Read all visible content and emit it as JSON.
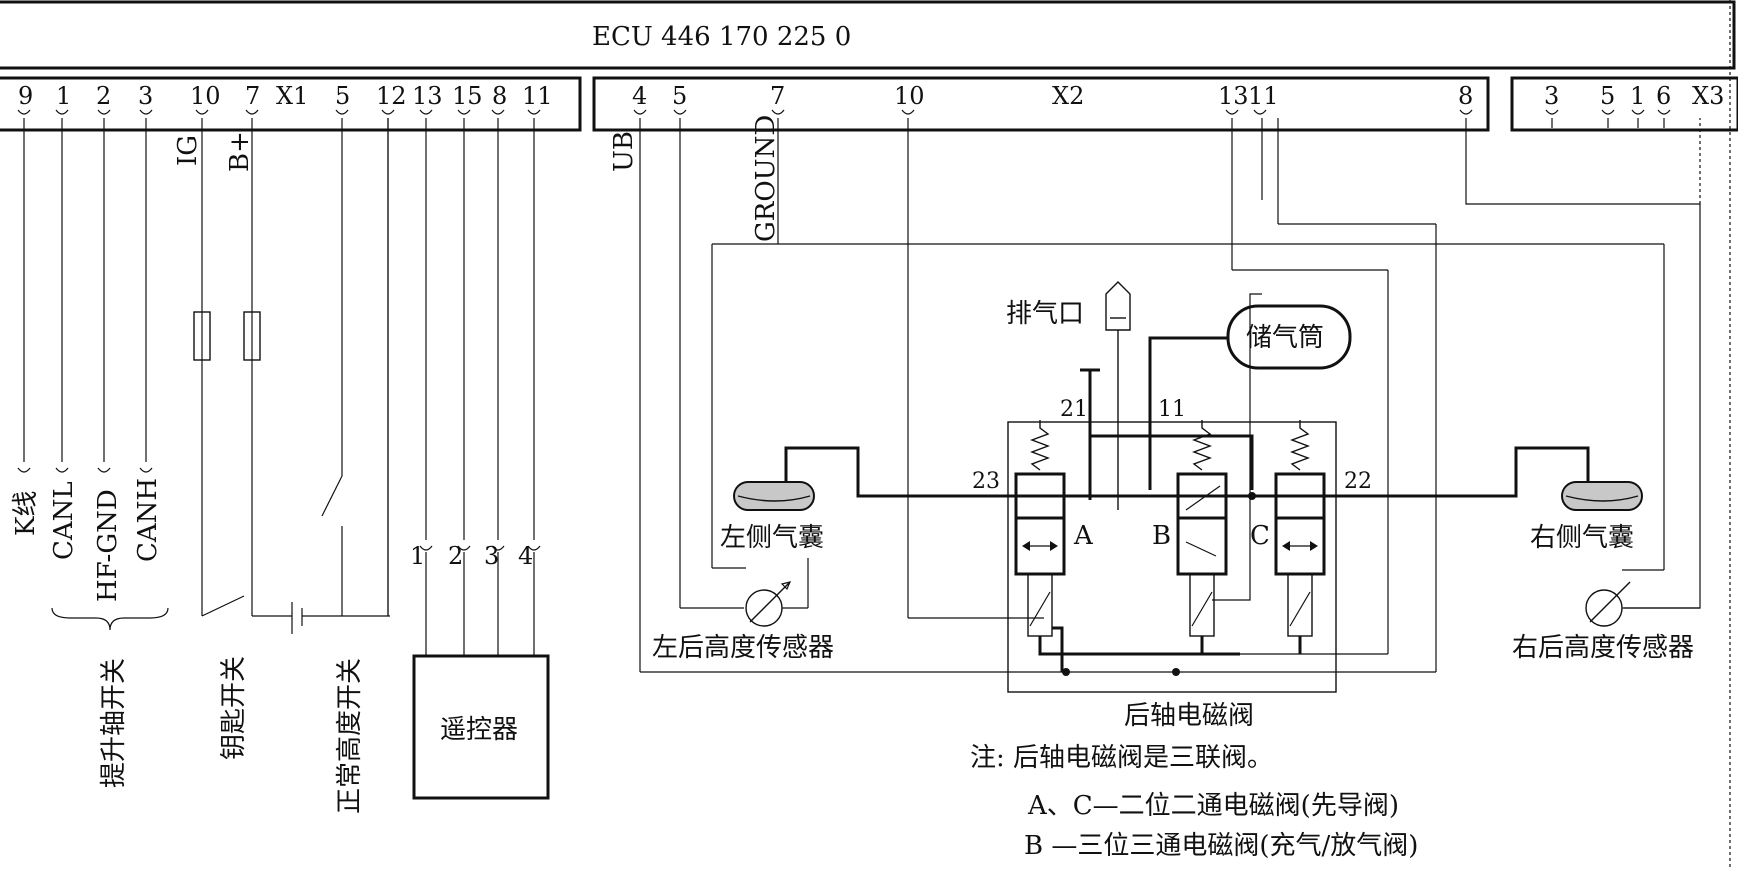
{
  "ecu": {
    "title": "ECU  446  170  225  0"
  },
  "connectors": {
    "x1": {
      "name": "X1",
      "pins": [
        "9",
        "1",
        "2",
        "3",
        "10",
        "7",
        "5",
        "12",
        "13",
        "15",
        "8",
        "11"
      ]
    },
    "x2": {
      "name": "X2",
      "pins": [
        "4",
        "5",
        "7",
        "10",
        "13",
        "11",
        "8"
      ]
    },
    "x3": {
      "name": "X3",
      "pins": [
        "3",
        "5",
        "1",
        "6"
      ]
    }
  },
  "signals": {
    "ig": "IG",
    "bplus": "B+",
    "ub": "UB",
    "ground": "GROUND",
    "k_line": "K线",
    "canl": "CANL",
    "hf_gnd": "HF-GND",
    "canh": "CANH"
  },
  "switches": {
    "lift_axle": "提升轴开关",
    "key": "钥匙开关",
    "normal_height": "正常高度开关"
  },
  "remote": {
    "label": "遥控器",
    "pins": [
      "1",
      "2",
      "3",
      "4"
    ]
  },
  "pneumatic": {
    "exhaust": "排气口",
    "reservoir": "储气筒",
    "left_bag": "左侧气囊",
    "right_bag": "右侧气囊",
    "left_sensor": "左后高度传感器",
    "right_sensor": "右后高度传感器",
    "valve_label": "后轴电磁阀",
    "ports": {
      "p21": "21",
      "p11": "11",
      "p23": "23",
      "p22": "22"
    },
    "valves": {
      "a": "A",
      "b": "B",
      "c": "C"
    }
  },
  "notes": {
    "line1": "注: 后轴电磁阀是三联阀。",
    "line2": "A、C—二位二通电磁阀(先导阀)",
    "line3": "B —三位三通电磁阀(充气/放气阀)"
  }
}
